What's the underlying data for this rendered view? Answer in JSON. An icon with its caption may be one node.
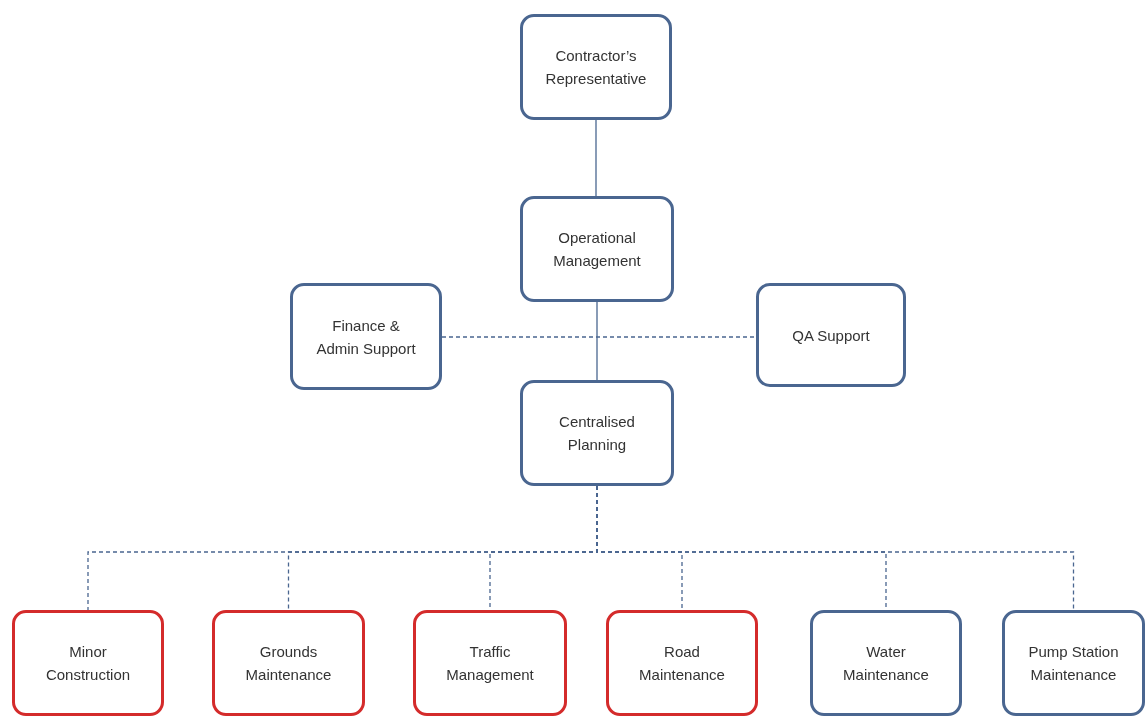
{
  "diagram": {
    "nodes": [
      {
        "text": [
          "Contractor’s Representative"
        ]
      },
      {
        "text": [
          "Operational Management"
        ]
      },
      {
        "text": [
          "Finance & Admin Support"
        ]
      },
      {
        "text": [
          "QA Support"
        ]
      },
      {
        "text": [
          "Centralised Planning"
        ]
      },
      {
        "text": [
          "Minor Construction"
        ]
      },
      {
        "text": [
          "Grounds Maintenance"
        ]
      },
      {
        "text": [
          "Traffic Management"
        ]
      },
      {
        "text": [
          "Road Maintenance"
        ]
      },
      {
        "text": [
          "Water Maintenance"
        ]
      },
      {
        "text": [
          "Pump Station Maintenance"
        ]
      }
    ],
    "edges": [
      {
        "from": 0,
        "to": 1,
        "arrow": "none"
      },
      {
        "from": 1,
        "to": 4,
        "arrow": "none"
      },
      {
        "from": 2,
        "to": 3,
        "arrow": "none",
        "style": "dashed"
      },
      {
        "from": 4,
        "to": 5,
        "arrow": "none",
        "style": "dashed"
      },
      {
        "from": 4,
        "to": 6,
        "arrow": "none",
        "style": "dashed"
      },
      {
        "from": 4,
        "to": 7,
        "arrow": "none",
        "style": "dashed"
      },
      {
        "from": 4,
        "to": 8,
        "arrow": "none",
        "style": "dashed"
      },
      {
        "from": 4,
        "to": 9,
        "arrow": "none",
        "style": "dashed"
      },
      {
        "from": 4,
        "to": 10,
        "arrow": "none",
        "style": "dashed"
      }
    ]
  }
}
